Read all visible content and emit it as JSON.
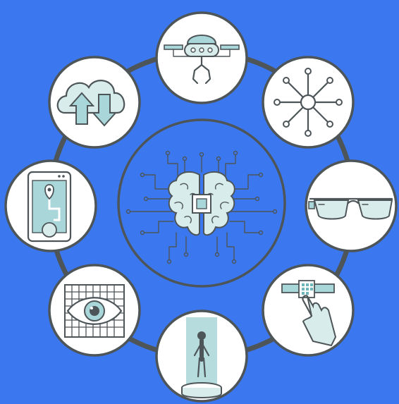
{
  "colors": {
    "background": "#3b78f0",
    "ring": "#4d5558",
    "node_fill": "#ffffff",
    "accent_light": "#a9d6d8",
    "accent_dark": "#6fb6ba"
  },
  "center_icon": "ai-brain-chip-icon",
  "nodes": [
    {
      "name": "node-drone",
      "icon": "drone-robot-arm-icon"
    },
    {
      "name": "node-network",
      "icon": "network-hub-icon"
    },
    {
      "name": "node-smart-glasses",
      "icon": "smart-glasses-icon"
    },
    {
      "name": "node-touch-interface",
      "icon": "hand-touch-panel-icon"
    },
    {
      "name": "node-hologram",
      "icon": "hologram-person-icon"
    },
    {
      "name": "node-eye-scan",
      "icon": "eye-scan-grid-icon"
    },
    {
      "name": "node-smartphone-map",
      "icon": "smartphone-map-pin-icon"
    },
    {
      "name": "node-cloud-sync",
      "icon": "cloud-upload-download-icon"
    }
  ]
}
